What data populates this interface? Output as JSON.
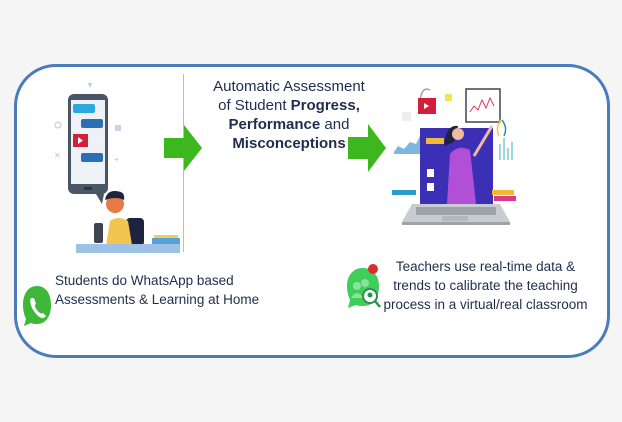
{
  "diagram": {
    "title": "WhatsApp-based assessment workflow",
    "steps": [
      {
        "id": "students",
        "caption": "Students do WhatsApp based Assessments & Learning at Home",
        "icon": "whatsapp-icon",
        "illustration": "student-with-phone-illustration"
      },
      {
        "id": "assessment",
        "text_parts": [
          {
            "text": "Automatic Assessment of Student ",
            "bold": false
          },
          {
            "text": "Progress,",
            "bold": true
          },
          {
            "text": " ",
            "bold": false
          },
          {
            "text": "Performance",
            "bold": true
          },
          {
            "text": " and ",
            "bold": false
          },
          {
            "text": "Misconceptions",
            "bold": true
          }
        ]
      },
      {
        "id": "teachers",
        "caption": "Teachers use real-time data & trends to calibrate the teaching process in a virtual/real classroom",
        "icon": "teacher-group-search-icon",
        "illustration": "teacher-laptop-illustration"
      }
    ],
    "colors": {
      "border": "#4a7bbd",
      "arrow": "#3cb81e",
      "text": "#1f2d4d",
      "whatsapp": "#3fb83a"
    }
  }
}
